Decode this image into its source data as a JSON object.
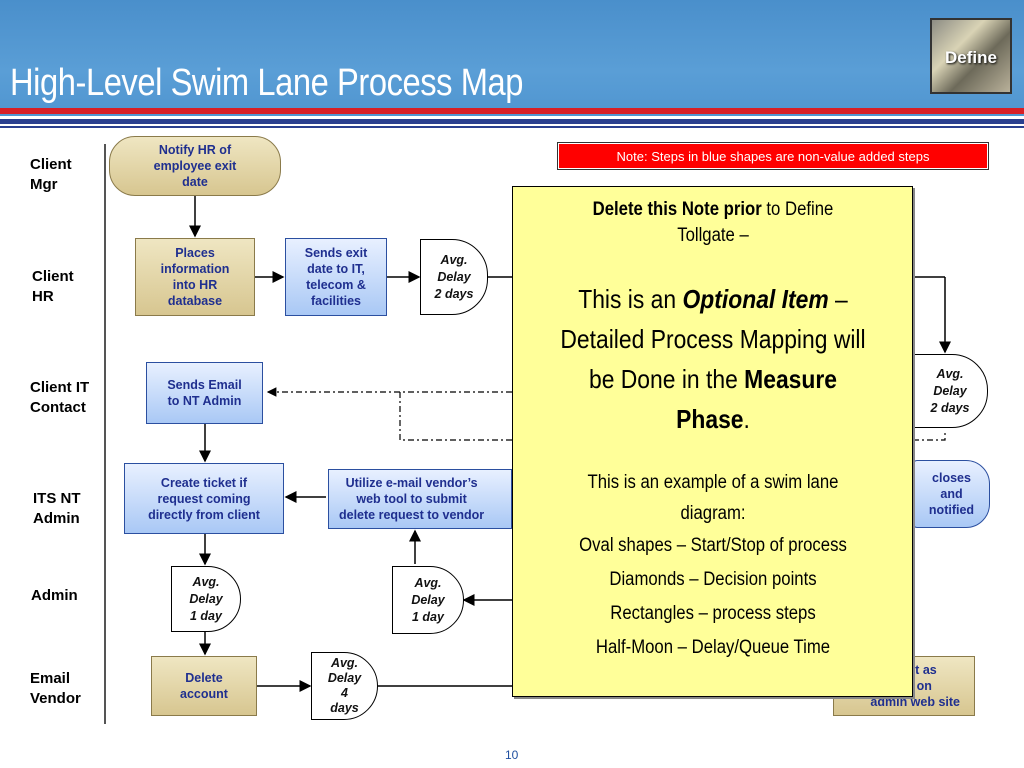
{
  "header": {
    "title": "High-Level Swim Lane Process Map",
    "badge": "Define",
    "color": "#5a9ed6"
  },
  "lanes": [
    {
      "line1": "Client",
      "line2": "Mgr"
    },
    {
      "line1": "Client",
      "line2": "HR"
    },
    {
      "line1": "Client IT",
      "line2": "Contact"
    },
    {
      "line1": "ITS NT",
      "line2": "Admin"
    },
    {
      "line1": "Admin",
      "line2": ""
    },
    {
      "line1": "Email",
      "line2": "Vendor"
    }
  ],
  "nodes": {
    "notify_hr": [
      "Notify HR of",
      "employee exit",
      "date"
    ],
    "places_info": [
      "Places",
      "information",
      "into HR",
      "database"
    ],
    "sends_exit": [
      "Sends exit",
      "date to IT,",
      "telecom &",
      "facilities"
    ],
    "sends_email": [
      "Sends Email",
      "to NT Admin"
    ],
    "create_ticket": [
      "Create ticket if",
      "request coming",
      "directly from client"
    ],
    "utilize_email": [
      "Utilize e-mail vendor’s",
      "web tool to submit",
      "delete request to vendor"
    ],
    "closes_notified": [
      "closes",
      "and",
      "notified"
    ],
    "delete_account": [
      "Delete",
      "account"
    ],
    "request_posted": [
      "uest as",
      "ed on",
      "admin web site"
    ]
  },
  "delays": {
    "hr_delay": [
      "Avg.",
      "Delay",
      "2 days"
    ],
    "it_delay": [
      "Avg.",
      "Delay",
      "2 days"
    ],
    "admin_delay_1": [
      "Avg.",
      "Delay",
      "1 day"
    ],
    "admin_delay_2": [
      "Avg.",
      "Delay",
      "1 day"
    ],
    "vendor_delay": [
      "Avg.",
      "Delay",
      "4",
      "days"
    ]
  },
  "note": "Note: Steps in blue shapes are non-value added steps",
  "callout": {
    "line1_bold": "Delete this Note prior",
    "line1_rest": " to Define",
    "line1b": "Tollgate –",
    "line2_a": "This is an ",
    "line2_bold_italic": "Optional Item",
    "line2_b": " –",
    "line2_c": "Detailed Process Mapping will",
    "line2_d": "be Done in the ",
    "line2_bold": "Measure",
    "line2_e_bold": "Phase",
    "line2_f": ".",
    "line3a": "This is an example of a swim lane",
    "line3b": "diagram:",
    "items": [
      "Oval shapes – Start/Stop of process",
      "Diamonds – Decision points",
      "Rectangles – process steps",
      "Half-Moon – Delay/Queue Time"
    ]
  },
  "page_number": "10"
}
